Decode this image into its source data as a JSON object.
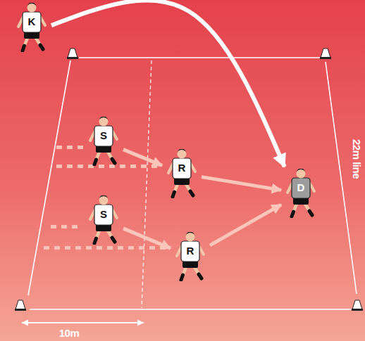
{
  "diagram": {
    "nodes": [
      {
        "text": [
          "K"
        ]
      },
      {
        "text": [
          "S"
        ]
      },
      {
        "text": [
          "R"
        ]
      },
      {
        "text": [
          "D"
        ]
      },
      {
        "text": [
          "S"
        ]
      },
      {
        "text": [
          "R"
        ]
      }
    ],
    "edges": [
      {
        "from": 0,
        "to": 3,
        "arrow": "to"
      },
      {
        "from": 1,
        "to": 2,
        "arrow": "to"
      },
      {
        "from": 2,
        "to": 3,
        "arrow": "to"
      },
      {
        "from": 4,
        "to": 5,
        "arrow": "to"
      },
      {
        "from": 5,
        "to": 3,
        "arrow": "to"
      }
    ],
    "labels": [
      "22m line",
      "10m"
    ]
  }
}
